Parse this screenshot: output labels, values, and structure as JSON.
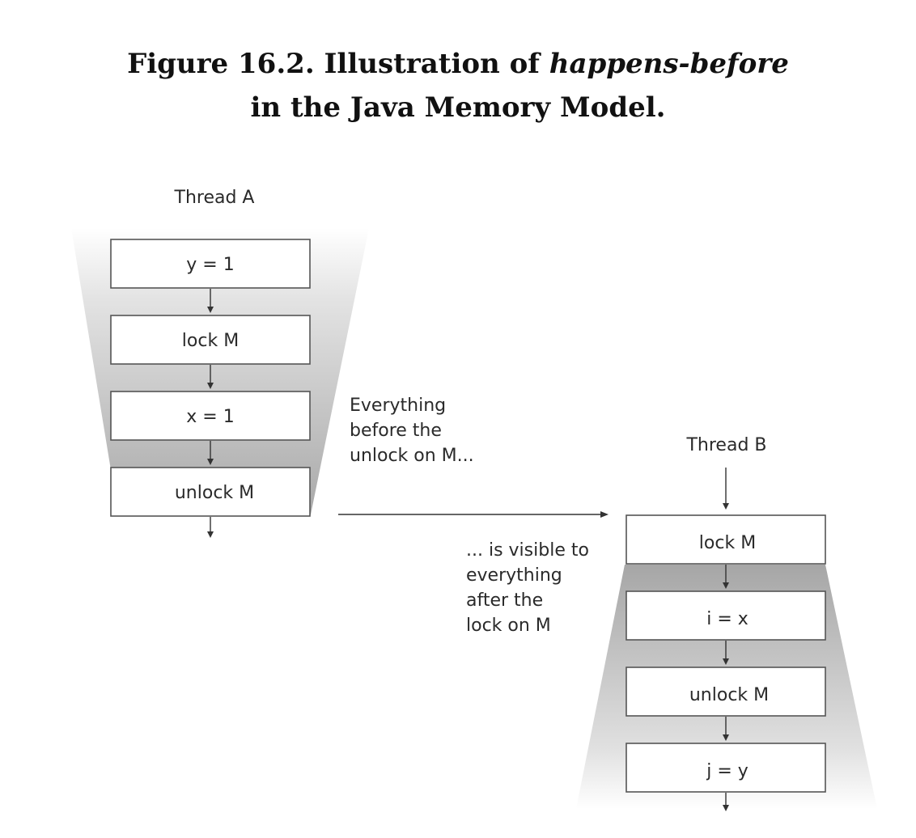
{
  "figure": {
    "title_prefix": "Figure 16.2. Illustration of ",
    "title_emphasis": "happens-before",
    "title_line2": "in the Java Memory Model."
  },
  "thread_a": {
    "label": "Thread A",
    "steps": [
      "y = 1",
      "lock M",
      "x = 1",
      "unlock M"
    ]
  },
  "thread_b": {
    "label": "Thread B",
    "steps": [
      "lock M",
      "i = x",
      "unlock M",
      "j = y"
    ]
  },
  "annotations": {
    "before": [
      "Everything",
      "before the",
      "unlock on M..."
    ],
    "after": [
      "... is visible to",
      "everything",
      "after the",
      "lock on M"
    ]
  }
}
